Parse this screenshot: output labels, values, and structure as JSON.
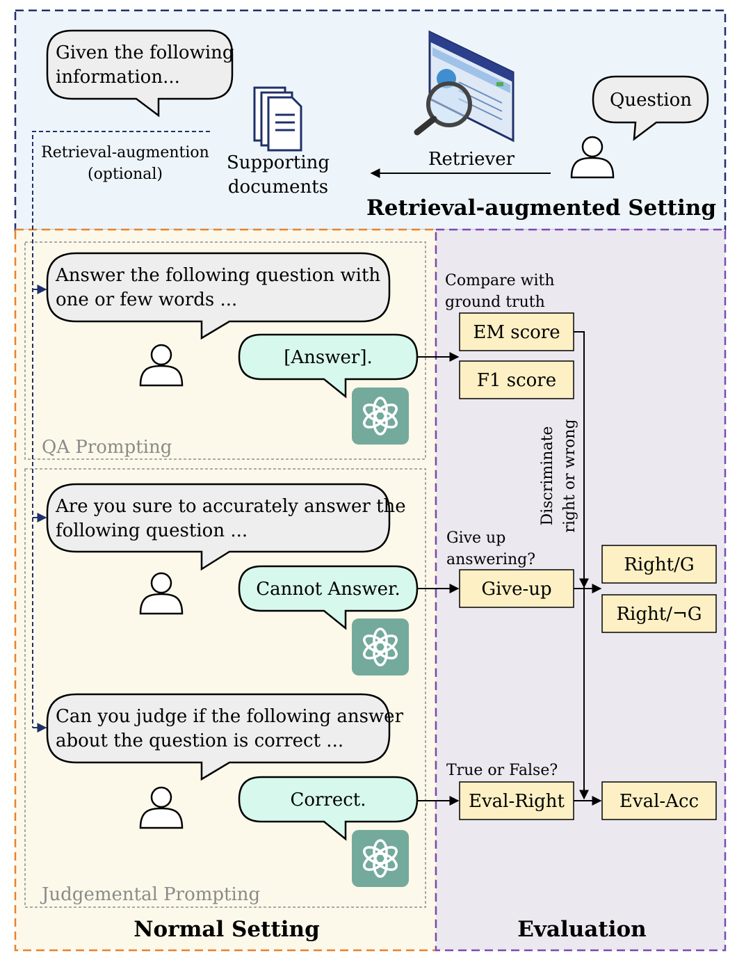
{
  "retrieval_section": {
    "title": "Retrieval-augmented Setting",
    "bubble_given_line1": "Given the following",
    "bubble_given_line2": "information...",
    "augment_label_line1": "Retrieval-augmention",
    "augment_label_line2": "(optional)",
    "docs_label_line1": "Supporting",
    "docs_label_line2": "documents",
    "retriever_label": "Retriever",
    "question_bubble": "Question"
  },
  "qa_prompting": {
    "label": "QA Prompting",
    "user_line1": "Answer the following question with",
    "user_line2": "one or few words ...",
    "reply": "[Answer]."
  },
  "giveup_prompting": {
    "user_line1": "Are you sure to accurately answer the",
    "user_line2": "following question ...",
    "reply": "Cannot Answer."
  },
  "judgemental_prompting": {
    "label": "Judgemental Prompting",
    "user_line1": "Can you judge if the following answer",
    "user_line2": "about the question is correct ...",
    "reply": "Correct."
  },
  "normal_setting_title": "Normal Setting",
  "evaluation": {
    "title": "Evaluation",
    "compare_line1": "Compare with",
    "compare_line2": "ground truth",
    "em_score": "EM score",
    "f1_score": "F1 score",
    "discriminate_line1": "Discriminate",
    "discriminate_line2": "right or wrong",
    "giveup_q_line1": "Give up",
    "giveup_q_line2": "answering?",
    "giveup_box": "Give-up",
    "right_g": "Right/G",
    "right_not_g": "Right/¬G",
    "true_false_q": "True or False?",
    "eval_right": "Eval-Right",
    "eval_acc": "Eval-Acc"
  },
  "colors": {
    "retrieval_bg": "#eef5fa",
    "retrieval_border": "#1f2f6b",
    "normal_bg": "#fdf9ea",
    "normal_border": "#e8822a",
    "eval_bg": "#ebe8f0",
    "eval_border": "#7a4bb0",
    "user_bubble": "#eeeeee",
    "bot_bubble": "#d7f8ec",
    "score_box": "#fdf0c4",
    "gpt_logo_bg": "#74aa9c",
    "doc_icon": "#1f2f6b"
  }
}
